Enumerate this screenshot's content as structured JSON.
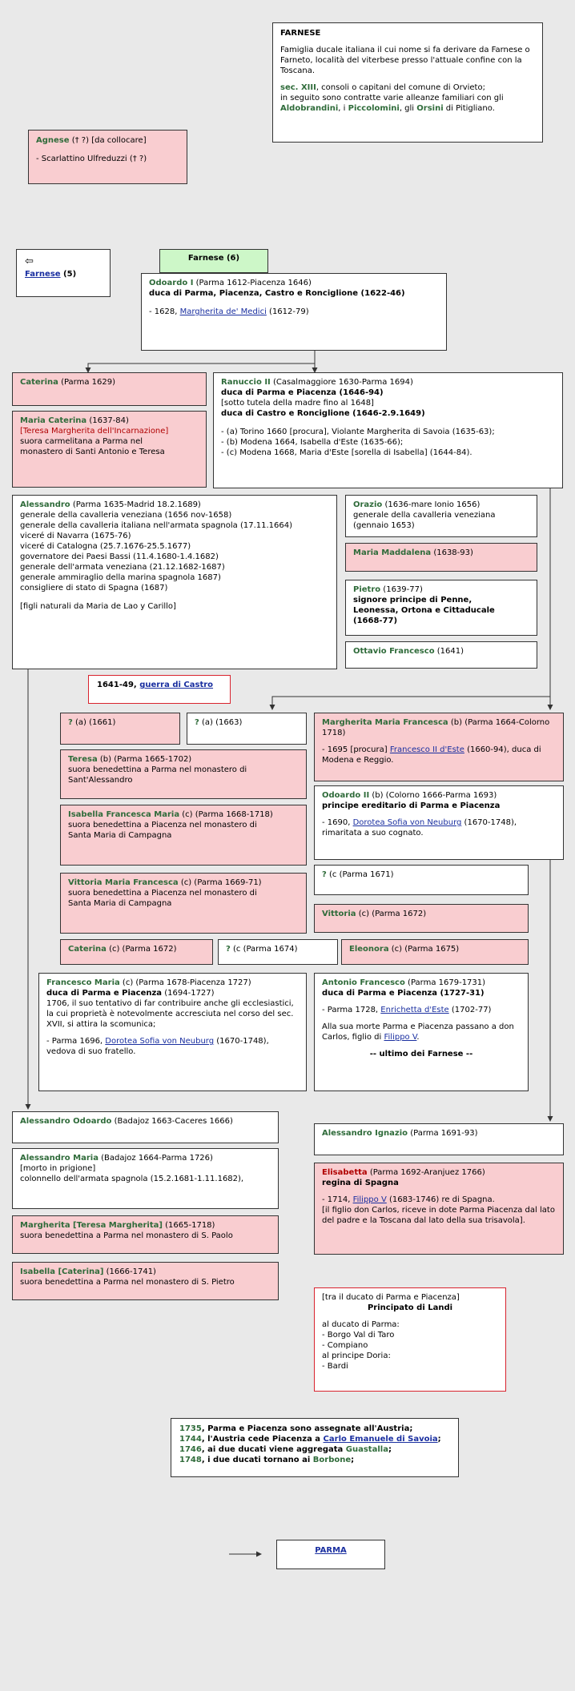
{
  "farnese_info": {
    "title": "FARNESE",
    "desc": "Famiglia ducale italiana il cui nome si fa derivare da Farnese o Farneto, località del viterbese presso l'attuale confine con la Toscana.",
    "sec": "sec. XIII",
    "sec_text": ", consoli o capitani del comune di Orvieto;",
    "line2": "in seguito sono contratte varie alleanze familiari con gli",
    "fam1": "Aldobrandini",
    "sep1": ", i ",
    "fam2": "Piccolomini",
    "sep2": ", gli ",
    "fam3": "Orsini",
    "tail": " di Pitigliano."
  },
  "agnese": {
    "name": "Agnese",
    "rest": " († ?) [da collocare]",
    "spouse": "- Scarlattino Ulfreduzzi († ?)"
  },
  "nav_back": {
    "arrow": "⇦",
    "link": "Farnese",
    "num": " (5)"
  },
  "header_tab": "Farnese (6)",
  "odoardo1": {
    "name": "Odoardo I",
    "dates": " (Parma 1612-Piacenza 1646)",
    "title": "duca di Parma, Piacenza, Castro e Ronciglione (1622-46)",
    "m_pre": "- 1628, ",
    "m_link": "Margherita de' Medici",
    "m_post": " (1612-79)"
  },
  "caterina1629": {
    "name": "Caterina",
    "rest": " (Parma 1629)"
  },
  "maria_caterina": {
    "name": "Maria Caterina",
    "rest": " (1637-84)",
    "alt": "[Teresa Margherita dell'Incarnazione]",
    "l1": "suora carmelitana a Parma nel",
    "l2": "monastero di Santi Antonio e Teresa"
  },
  "ranuccio2": {
    "name": "Ranuccio II",
    "rest": " (Casalmaggiore 1630-Parma 1694)",
    "t1": "duca di Parma e Piacenza (1646-94)",
    "t2": "[sotto tutela della madre fino al 1648]",
    "t3": "duca di Castro e Ronciglione (1646-2.9.1649)",
    "m1": "- (a) Torino 1660 [procura], Violante Margherita di Savoia (1635-63);",
    "m2": "- (b) Modena 1664, Isabella d'Este (1635-66);",
    "m3": "- (c) Modena 1668, Maria d'Este [sorella di Isabella] (1644-84)."
  },
  "alessandro1635": {
    "name": "Alessandro",
    "rest": " (Parma 1635-Madrid 18.2.1689)",
    "lines": [
      "generale della cavalleria veneziana (1656 nov-1658)",
      "generale della cavalleria italiana nell'armata spagnola (17.11.1664)",
      "viceré di Navarra (1675-76)",
      "viceré di Catalogna (25.7.1676-25.5.1677)",
      "governatore dei Paesi Bassi (11.4.1680-1.4.1682)",
      "generale dell'armata veneziana (21.12.1682-1687)",
      "generale ammiraglio della marina spagnola 1687)",
      "consigliere di stato di Spagna (1687)"
    ],
    "note": "[figli naturali da Maria de Lao y Carillo]"
  },
  "orazio": {
    "name": "Orazio",
    "rest": " (1636-mare Ionio 1656)",
    "l1": "generale della cavalleria veneziana",
    "l2": "(gennaio 1653)"
  },
  "maria_maddalena": {
    "name": "Maria Maddalena",
    "rest": " (1638-93)"
  },
  "pietro": {
    "name": "Pietro",
    "rest": " (1639-77)",
    "l1": "signore principe di Penne,",
    "l2": "Leonessa, Ortona e Cittaducale",
    "l3": "(1668-77)"
  },
  "ottavio": {
    "name": "Ottavio Francesco",
    "rest": " (1641)"
  },
  "guerra": {
    "pre": "1641-49, ",
    "link": "guerra di Castro"
  },
  "child1661": {
    "name": "?",
    "rest": " (a) (1661)"
  },
  "child1663": {
    "name": "?",
    "rest": " (a) (1663)"
  },
  "margherita1664": {
    "name": "Margherita Maria Francesca",
    "rest": " (b) (Parma 1664-Colorno 1718)",
    "m_pre": "- 1695 [procura] ",
    "m_link": "Francesco II d'Este",
    "m_post": " (1660-94), duca di Modena e Reggio."
  },
  "teresa": {
    "name": "Teresa",
    "rest": " (b) (Parma 1665-1702)",
    "l1": "suora benedettina a Parma nel monastero di",
    "l2": "Sant'Alessandro"
  },
  "odoardo2": {
    "name": "Odoardo II",
    "rest": " (b) (Colorno 1666-Parma 1693)",
    "t1": "principe ereditario di Parma e Piacenza",
    "m_pre": "- 1690, ",
    "m_link": "Dorotea Sofia von Neuburg",
    "m_post": " (1670-1748), rimaritata a suo cognato."
  },
  "isabella1668": {
    "name": "Isabella Francesca Maria",
    "rest": " (c) (Parma 1668-1718)",
    "l1": "suora benedettina a Piacenza nel monastero di",
    "l2": "Santa Maria di Campagna"
  },
  "child1671": {
    "name": "?",
    "rest": " (c (Parma 1671)"
  },
  "vittoria1672": {
    "name": "Vittoria",
    "rest": " (c) (Parma 1672)"
  },
  "vittoria1669": {
    "name": "Vittoria Maria Francesca",
    "rest": " (c) (Parma 1669-71)",
    "l1": "suora benedettina a Piacenza nel monastero di",
    "l2": "Santa Maria di Campagna"
  },
  "caterina1672": {
    "name": "Caterina",
    "rest": " (c) (Parma 1672)"
  },
  "child1674": {
    "name": "?",
    "rest": " (c (Parma 1674)"
  },
  "eleonora": {
    "name": "Eleonora",
    "rest": " (c) (Parma 1675)"
  },
  "francesco_maria": {
    "name": "Francesco Maria",
    "rest": " (c) (Parma 1678-Piacenza 1727)",
    "t1": "duca di Parma e Piacenza",
    "t1b": " (1694-1727)",
    "t2": "1706, il suo tentativo di far contribuire anche gli ecclesiastici, la cui proprietà è notevolmente accresciuta nel corso del sec. XVII, si attira la scomunica;",
    "m_pre": "- Parma 1696, ",
    "m_link": "Dorotea Sofia von Neuburg",
    "m_post": " (1670-1748), vedova di suo fratello."
  },
  "antonio": {
    "name": "Antonio Francesco",
    "rest": " (Parma 1679-1731)",
    "t1": "duca di Parma e Piacenza (1727-31)",
    "m_pre": "- Parma 1728, ",
    "m_link": "Enrichetta d'Este",
    "m_post": " (1702-77)",
    "n1": "Alla sua morte Parma e Piacenza passano a don Carlos, figlio di ",
    "n1_link": "Filippo V",
    "n1_post": ".",
    "last": "-- ultimo dei Farnese --"
  },
  "alessandro_odoardo": {
    "name": "Alessandro Odoardo",
    "rest": " (Badajoz 1663-Caceres 1666)"
  },
  "alessandro_maria": {
    "name": "Alessandro Maria",
    "rest": " (Badajoz 1664-Parma 1726)",
    "l1": "[morto in prigione]",
    "l2": "colonnello dell'armata spagnola (15.2.1681-1.11.1682),"
  },
  "margherita1665": {
    "name": "Margherita [Teresa Margherita]",
    "rest": " (1665-1718)",
    "l1": "suora benedettina a Parma nel monastero di S. Paolo"
  },
  "isabella1666": {
    "name": "Isabella [Caterina]",
    "rest": " (1666-1741)",
    "l1": "suora benedettina a Parma nel monastero di S. Pietro"
  },
  "alessandro_ignazio": {
    "name": "Alessandro Ignazio",
    "rest": " (Parma 1691-93)"
  },
  "elisabetta": {
    "name": "Elisabetta",
    "rest": " (Parma 1692-Aranjuez 1766)",
    "t1": "regina di Spagna",
    "m_pre": "- 1714, ",
    "m_link": "Filippo V",
    "m_post": " (1683-1746) re di Spagna.",
    "note": "[il figlio don Carlos, riceve in dote Parma Piacenza dal lato del padre e la Toscana dal lato della sua trisavola]."
  },
  "landi": {
    "l1": "[tra il ducato di Parma e Piacenza]",
    "title": "Principato di Landi",
    "s1": "al ducato di Parma:",
    "i1": "- Borgo Val di Taro",
    "i2": "- Compiano",
    "s2": "al principe Doria:",
    "i3": "- Bardi"
  },
  "final": {
    "y1": "1735",
    "t1": ", Parma e Piacenza sono assegnate all'Austria;",
    "y2": "1744",
    "t2": ", l'Austria cede Piacenza a ",
    "t2_link": "Carlo Emanuele di Savoia",
    "t2_post": ";",
    "y3": "1746",
    "t3": ", ai due ducati viene aggregata ",
    "t3_g": "Guastalla",
    "t3_post": ";",
    "y4": "1748",
    "t4": ", i due ducati tornano ai ",
    "t4_g": "Borbone",
    "t4_post": ";"
  },
  "parma_link": "PARMA"
}
